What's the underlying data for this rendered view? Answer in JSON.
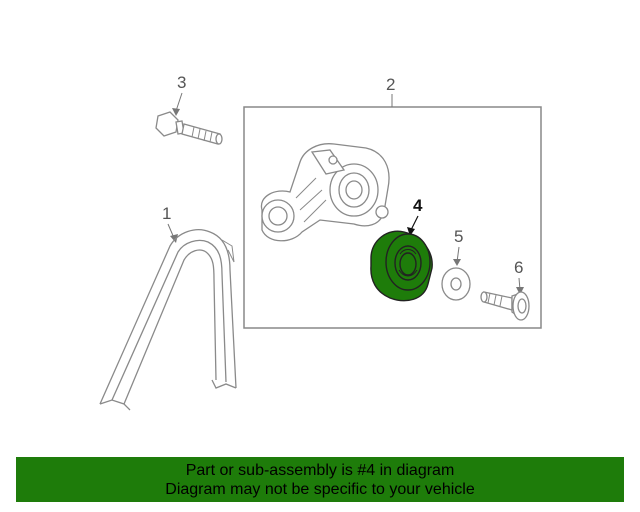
{
  "diagram": {
    "callouts": {
      "belt": "1",
      "tensioner_assembly": "2",
      "bolt": "3",
      "pulley": "4",
      "washer": "5",
      "pulley_bolt": "6"
    },
    "highlight_color": "#1e7c0a"
  },
  "banner": {
    "line1": "Part or sub-assembly is #4 in diagram",
    "line2": "Diagram may not be specific to your vehicle"
  }
}
